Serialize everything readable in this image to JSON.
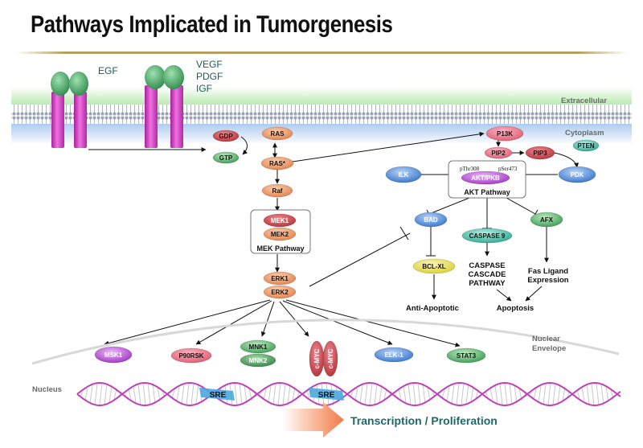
{
  "title": "Pathways Implicated in Tumorgenesis",
  "regions": {
    "extracellular": "Extracellular",
    "cytoplasm": "Cytoplasm",
    "nuclear_envelope": [
      "Nuclear",
      "Envelope"
    ],
    "nucleus": "Nucleus"
  },
  "ligands": {
    "egf": "EGF",
    "receptor2": [
      "VEGF",
      "PDGF",
      "IGF"
    ]
  },
  "nodes": {
    "gdp": "GDP",
    "gtp": "GTP",
    "ras": "RAS",
    "ras_active": "RAS*",
    "raf": "Raf",
    "mek1": "MEK1",
    "mek2": "MEK2",
    "mek_pathway": "MEK Pathway",
    "erk1": "ERK1",
    "erk2": "ERK2",
    "p13k": "P13K",
    "pip2": "PIP2",
    "pip3": "PIP3",
    "pten": "PTEN",
    "ilk": "ILK",
    "pdk": "PDK",
    "pthr308": "pThr308",
    "pser473": "pSer473",
    "akt": "AKT/PKB",
    "akt_pathway": "AKT Pathway",
    "bad": "BAD",
    "caspase9": "CASPASE 9",
    "afx": "AFX",
    "bclxl": "BCL-XL",
    "caspase_cascade": [
      "CASPASE",
      "CASCADE",
      "PATHWAY"
    ],
    "fas_ligand": [
      "Fas Ligand",
      "Expression"
    ],
    "anti_apoptotic": "Anti-Apoptotic",
    "apoptosis": "Apoptosis",
    "msk1": "MSK1",
    "p90rsk": "P90RSK",
    "mnk1": "MNK1",
    "mnk2": "MNK2",
    "cmyc": "c-MYC",
    "elk1": "ELK-1",
    "stat3": "STAT3",
    "sre": "SRE",
    "transcription": "Transcription / Proliferation"
  },
  "colors": {
    "receptor": "#d63cc4",
    "ligand": "#3f9a5c",
    "orange": "#ec8f5c",
    "red": "#c9454a",
    "pink": "#ec6a7c",
    "blue": "#3f7fd4",
    "teal": "#2fb8a0",
    "green": "#46b060",
    "yellow": "#e4dc3c",
    "purple": "#b640d8",
    "title_rule": "#b8a060",
    "dna": "#c040b8"
  }
}
